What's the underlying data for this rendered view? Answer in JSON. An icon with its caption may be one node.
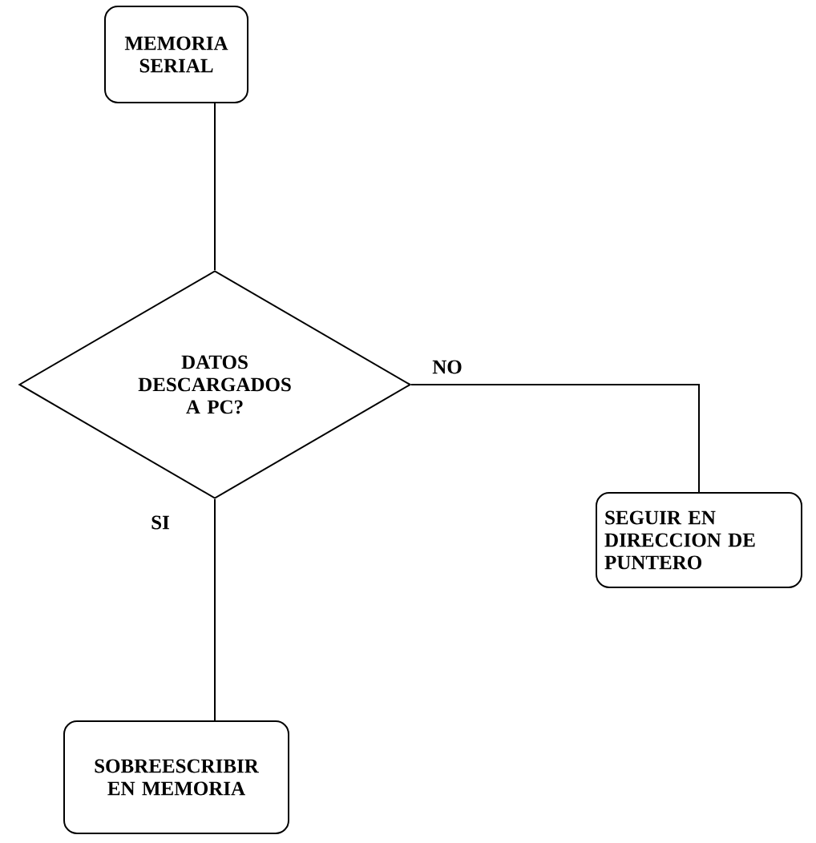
{
  "diagram": {
    "nodes": [
      {
        "text": [
          "MEMORIA SERIAL"
        ]
      },
      {
        "text": [
          "DATOS DESCARGADOS A PC?"
        ]
      },
      {
        "text": [
          "SEGUIR EN DIRECCION DE PUNTERO"
        ]
      },
      {
        "text": [
          "SOBREESCRIBIR EN MEMORIA"
        ]
      }
    ],
    "edges": [
      {
        "from": 0,
        "to": 1,
        "arrow": "none"
      },
      {
        "from": 1,
        "to": 2,
        "arrow": "none",
        "label": "NO"
      },
      {
        "from": 1,
        "to": 3,
        "arrow": "none",
        "label": "SI"
      }
    ]
  }
}
